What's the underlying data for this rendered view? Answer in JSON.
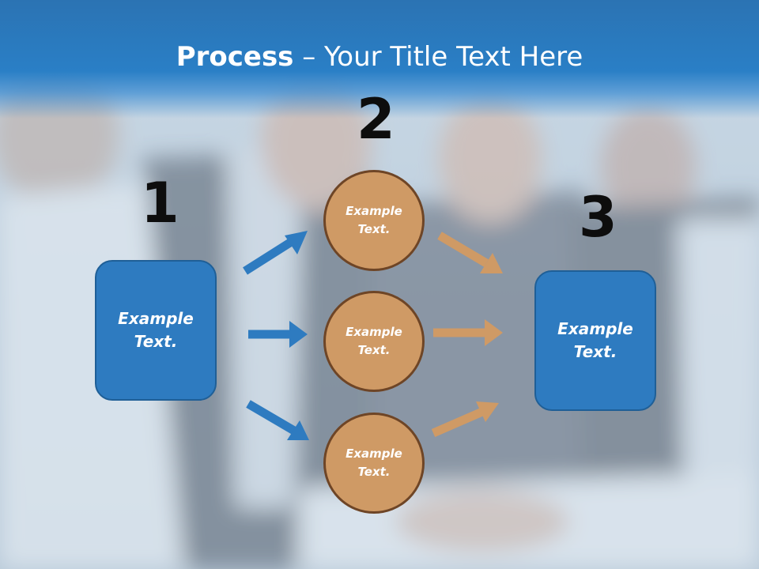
{
  "title": {
    "bold": "Process",
    "rest": " – Your Title Text Here"
  },
  "steps": [
    {
      "number": "1",
      "label": "Example Text."
    },
    {
      "number": "2",
      "labels": [
        "Example Text.",
        "Example Text.",
        "Example Text."
      ]
    },
    {
      "number": "3",
      "label": "Example Text."
    }
  ],
  "colors": {
    "blue": "#2e7bc0",
    "orange": "#cf9a65",
    "header": "#2a7fc6"
  },
  "icons": {
    "arrow": "right-arrow-icon"
  }
}
